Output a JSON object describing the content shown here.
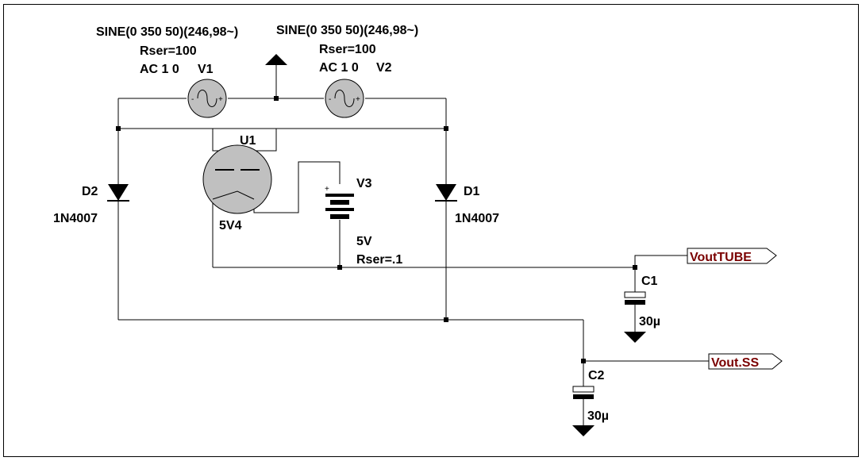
{
  "colors": {
    "wire": "#000000",
    "symbol_fill": "#c0c0c0",
    "net_label": "#7a0000",
    "background": "#ffffff"
  },
  "sources": {
    "v1": {
      "sine": "SINE(0 350 50)(246,98~)",
      "rser": "Rser=100",
      "ac": "AC 1 0",
      "name": "V1"
    },
    "v2": {
      "sine": "SINE(0 350 50)(246,98~)",
      "rser": "Rser=100",
      "ac": "AC 1 0",
      "name": "V2"
    },
    "v3": {
      "name": "V3",
      "value": "5V",
      "rser": "Rser=.1"
    }
  },
  "tube": {
    "name": "U1",
    "model": "5V4"
  },
  "diodes": {
    "d1": {
      "name": "D1",
      "model": "1N4007"
    },
    "d2": {
      "name": "D2",
      "model": "1N4007"
    }
  },
  "capacitors": {
    "c1": {
      "name": "C1",
      "value": "30µ"
    },
    "c2": {
      "name": "C2",
      "value": "30µ"
    }
  },
  "nets": {
    "vout_tube": "VoutTUBE",
    "vout_ss": "Vout.SS"
  },
  "pins": {
    "minus": "-",
    "plus": "+"
  }
}
